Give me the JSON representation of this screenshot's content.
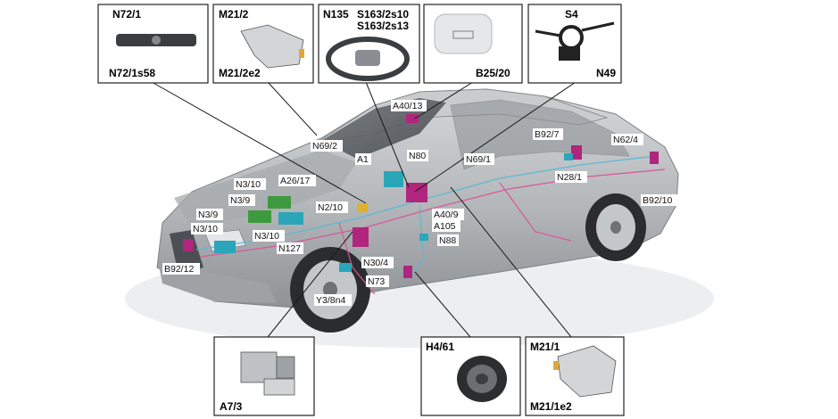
{
  "insets": [
    {
      "id": "n72",
      "labels": [
        "N72/1",
        "N72/1s58"
      ]
    },
    {
      "id": "m212",
      "labels": [
        "M21/2",
        "M21/2e2"
      ]
    },
    {
      "id": "n135",
      "labels": [
        "N135",
        "S163/2s10",
        "S163/2s13"
      ]
    },
    {
      "id": "b2520",
      "labels": [
        "B25/20"
      ]
    },
    {
      "id": "s4",
      "labels": [
        "S4",
        "N49"
      ]
    },
    {
      "id": "a73",
      "labels": [
        "A7/3"
      ]
    },
    {
      "id": "h461",
      "labels": [
        "H4/61"
      ]
    },
    {
      "id": "m211",
      "labels": [
        "M21/1",
        "M21/1e2"
      ]
    }
  ],
  "callouts": [
    "A40/13",
    "N69/2",
    "A1",
    "N80",
    "N69/1",
    "B92/7",
    "N62/4",
    "N28/1",
    "N3/10",
    "A26/17",
    "N3/9",
    "N2/10",
    "A40/9",
    "A105",
    "N88",
    "N3/9",
    "N3/10",
    "N3/10",
    "N127",
    "N30/4",
    "N73",
    "B92/12",
    "Y3/8n4",
    "B92/10"
  ],
  "colors": {
    "car_body": "#b9bcbf",
    "car_shadow": "#8f9396",
    "glass": "#55595d",
    "module_magenta": "#b0257e",
    "module_teal": "#2aa6b8",
    "module_green": "#3e9a3e",
    "wire_pink": "#d9559a",
    "wire_blue": "#5bb8d6"
  }
}
